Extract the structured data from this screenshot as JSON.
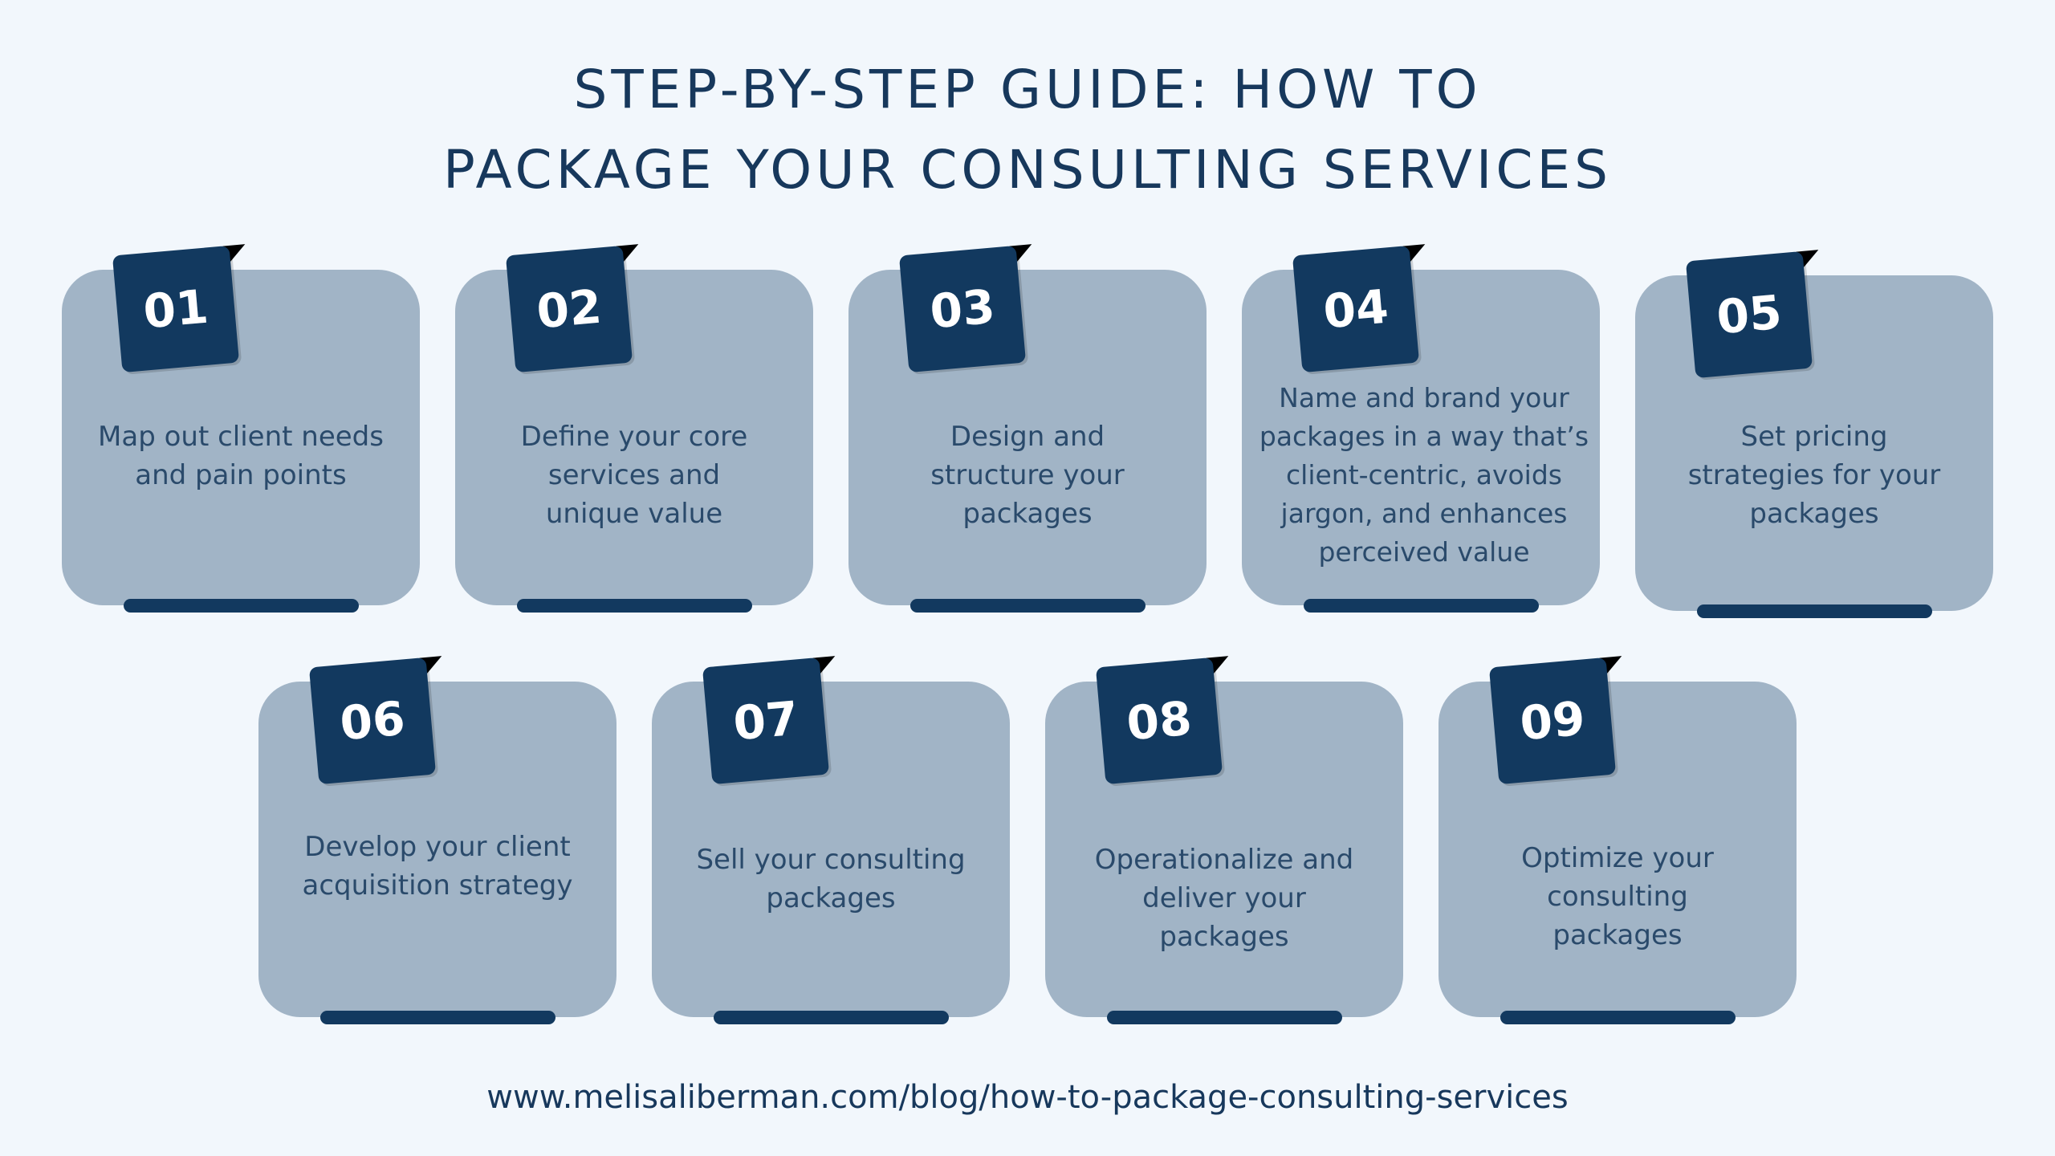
{
  "title": {
    "line1": "STEP-BY-STEP GUIDE: HOW TO",
    "line2": "PACKAGE YOUR CONSULTING SERVICES"
  },
  "steps": [
    {
      "number": "01",
      "text": "Map out client needs and pain points"
    },
    {
      "number": "02",
      "text": "Define your core services and unique value"
    },
    {
      "number": "03",
      "text": "Design and structure your packages"
    },
    {
      "number": "04",
      "text": "Name and brand your packages in a way that’s client-centric, avoids jargon, and enhances perceived value"
    },
    {
      "number": "05",
      "text": "Set pricing strategies for your packages"
    },
    {
      "number": "06",
      "text": "Develop your client acquisition strategy"
    },
    {
      "number": "07",
      "text": "Sell your consulting packages"
    },
    {
      "number": "08",
      "text": "Operationalize and deliver your packages"
    },
    {
      "number": "09",
      "text": "Optimize your consulting packages"
    }
  ],
  "footer": {
    "url": "www.melisaliberman.com/blog/how-to-package-consulting-services"
  },
  "colors": {
    "background": "#f2f7fc",
    "card": "#a1b4c6",
    "accent": "#12395f",
    "text": "#2a4a6b"
  }
}
